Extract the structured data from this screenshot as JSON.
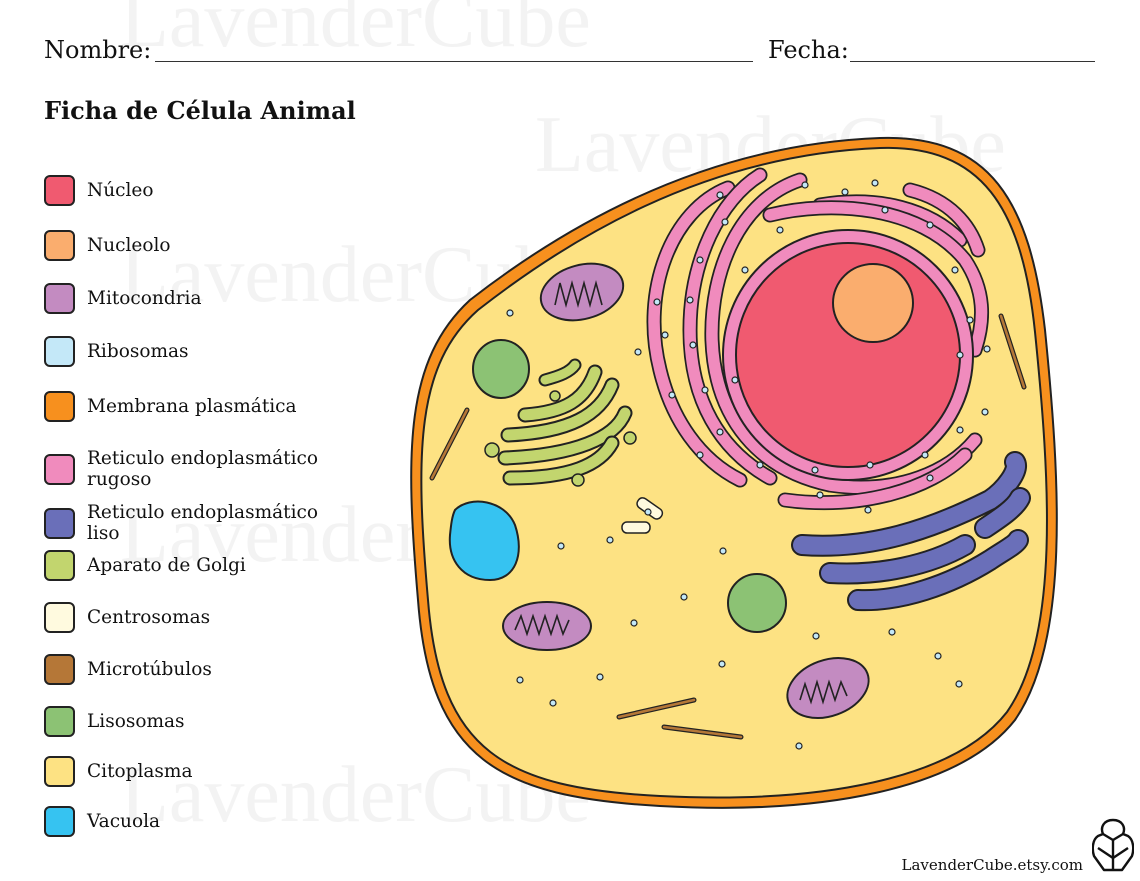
{
  "watermark": "LavenderCube",
  "header": {
    "name_label": "Nombre:",
    "date_label": "Fecha:"
  },
  "title": "Ficha de Célula Animal",
  "legend": [
    {
      "label": "Núcleo",
      "color": "#f05a70"
    },
    {
      "label": "Nucleolo",
      "color": "#faad6e"
    },
    {
      "label": "Mitocondria",
      "color": "#c38bc1"
    },
    {
      "label": "Ribosomas",
      "color": "#c4e8f8"
    },
    {
      "label": "Membrana plasmática",
      "color": "#f7901e"
    },
    {
      "label": "Reticulo endoplasmático\nrugoso",
      "color": "#f08bbd"
    },
    {
      "label": "Reticulo endoplasmático\nliso",
      "color": "#6a6fb9"
    },
    {
      "label": "Aparato de Golgi",
      "color": "#c2d56e"
    },
    {
      "label": "Centrosomas",
      "color": "#fffadf"
    },
    {
      "label": "Microtúbulos",
      "color": "#b57737"
    },
    {
      "label": "Lisosomas",
      "color": "#8cc274"
    },
    {
      "label": "Citoplasma",
      "color": "#fde283"
    },
    {
      "label": "Vacuola",
      "color": "#36c3f1"
    }
  ],
  "footer": {
    "site": "LavenderCube.etsy.com",
    "logo_icon": "cube-logo-icon"
  }
}
